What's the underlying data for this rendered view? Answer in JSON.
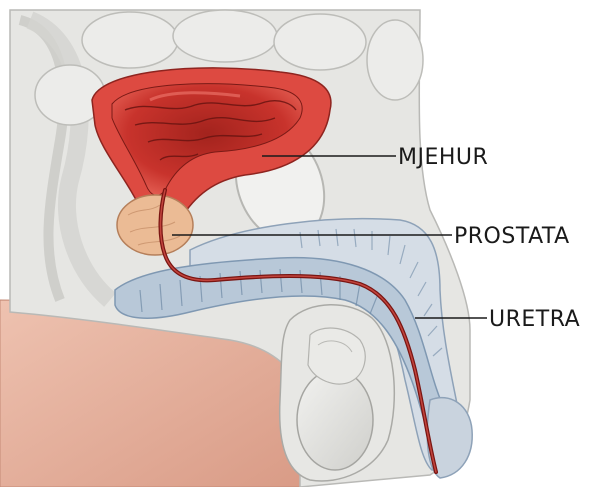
{
  "labels": {
    "bladder": "MJEHUR",
    "prostate": "PROSTATA",
    "urethra": "URETRA"
  },
  "colors": {
    "background": "#ffffff",
    "skin": "#e9b6a4",
    "tissue": "#e4e4e2",
    "tissue_stroke": "#b9b9b6",
    "bladder_outer": "#d8463f",
    "bladder_inner": "#8b1c17",
    "prostate": "#e7b691",
    "spongy_body": "#b8c8d8",
    "spongy_stroke": "#7f98b2",
    "urethra": "#7a1512",
    "leader_line": "#1a1a1a"
  }
}
